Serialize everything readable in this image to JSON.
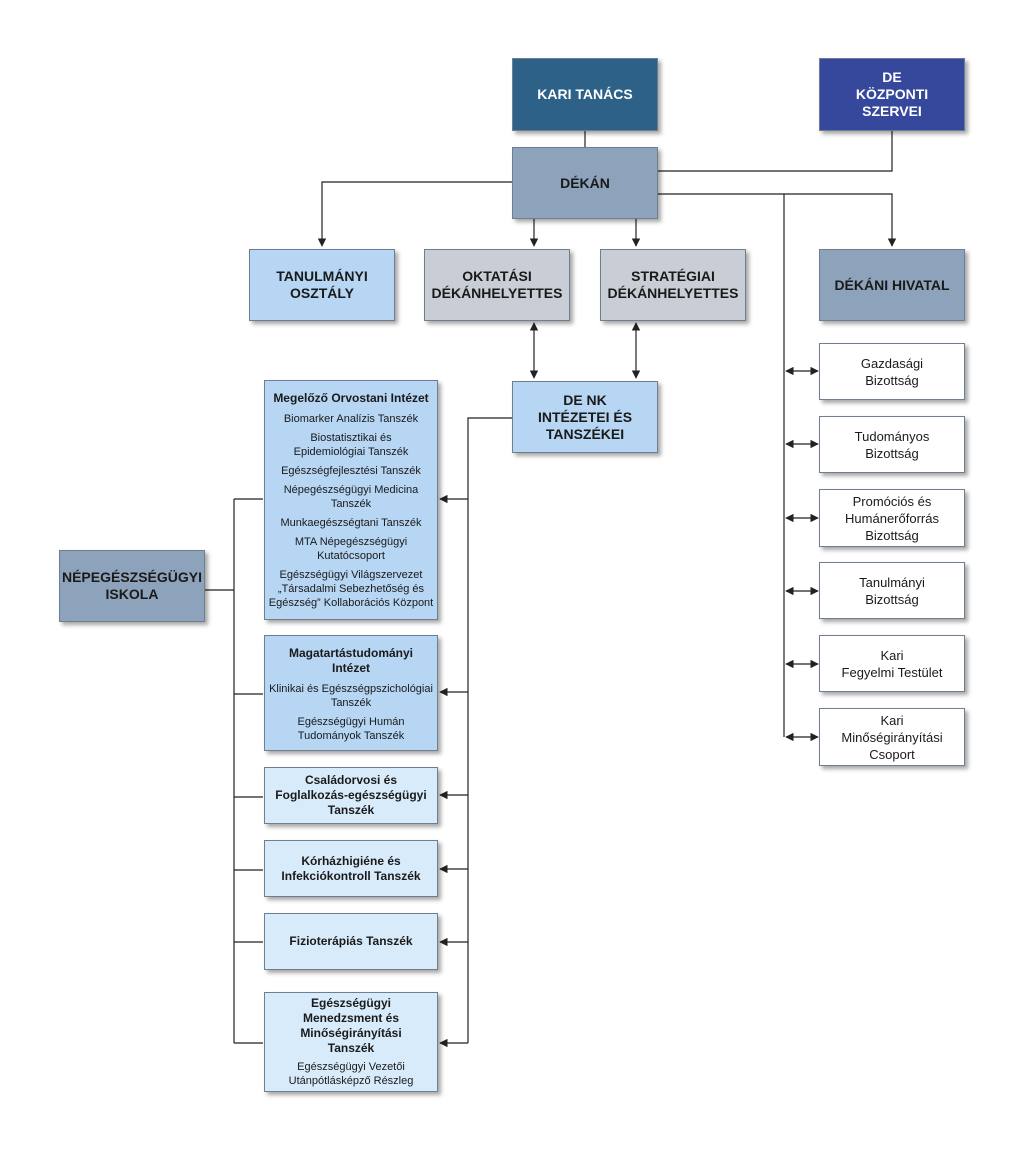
{
  "colors": {
    "kari_tanacs": "#2e6188",
    "de_kozponti": "#35489c",
    "dekan": "#8da2bb",
    "light_blue": "#b6d6f4",
    "grey": "#c9ced6",
    "pale_blue": "#d8ebfb",
    "line": "#222222"
  },
  "top": {
    "kari_tanacs": "KARI TANÁCS",
    "de_kozponti": [
      "DE",
      "KÖZPONTI",
      "SZERVEI"
    ],
    "dekan": "DÉKÁN"
  },
  "second_row": {
    "tanulmanyi_osztaly": [
      "TANULMÁNYI",
      "OSZTÁLY"
    ],
    "oktatasi": [
      "OKTATÁSI",
      "DÉKÁNHELYETTES"
    ],
    "strategiai": [
      "STRATÉGIAI",
      "DÉKÁNHELYETTES"
    ],
    "dekani_hivatal": "DÉKÁNI HIVATAL"
  },
  "de_nk": [
    "DE NK",
    "INTÉZETEI ÉS",
    "TANSZÉKEI"
  ],
  "school": [
    "NÉPEGÉSZSÉGÜGYI",
    "ISKOLA"
  ],
  "committees": [
    [
      "Gazdasági",
      "Bizottság"
    ],
    [
      "Tudományos",
      "Bizottság"
    ],
    [
      "Promóciós és",
      "Humánerőforrás",
      "Bizottság"
    ],
    [
      "Tanulmányi",
      "Bizottság"
    ],
    [
      "Kari",
      "Fegyelmi Testület"
    ],
    [
      "Kari",
      "Minőségirányítási",
      "Csoport"
    ]
  ],
  "institutes": {
    "megelozo": {
      "title": "Megelőző Orvostani Intézet",
      "departments": [
        [
          "Biomarker Analízis Tanszék"
        ],
        [
          "Biostatisztikai és",
          "Epidemiológiai Tanszék"
        ],
        [
          "Egészségfejlesztési Tanszék"
        ],
        [
          "Népegészségügyi Medicina",
          "Tanszék"
        ],
        [
          "Munkaegészségtani Tanszék"
        ],
        [
          "MTA Népegészségügyi",
          "Kutatócsoport"
        ],
        [
          "Egészségügyi Világszervezet",
          "„Társadalmi Sebezhetőség és",
          "Egészség” Kollaborációs Központ"
        ]
      ]
    },
    "magatartas": {
      "title": [
        "Magatartástudományi",
        "Intézet"
      ],
      "departments": [
        [
          "Klinikai és Egészségpszichológiai",
          "Tanszék"
        ],
        [
          "Egészségügyi Humán",
          "Tudományok Tanszék"
        ]
      ]
    },
    "csaladorvosi": [
      "Családorvosi és",
      "Foglalkozás-egészségügyi",
      "Tanszék"
    ],
    "korhaz": [
      "Kórházhigiéne és",
      "Infekciókontroll Tanszék"
    ],
    "fizio": "Fizioterápiás Tanszék",
    "menedzsment": {
      "title": [
        "Egészségügyi",
        "Menedzsment és",
        "Minőségirányítási",
        "Tanszék"
      ],
      "sub": [
        "Egészségügyi Vezetői",
        "Utánpótlásképző Részleg"
      ]
    }
  }
}
